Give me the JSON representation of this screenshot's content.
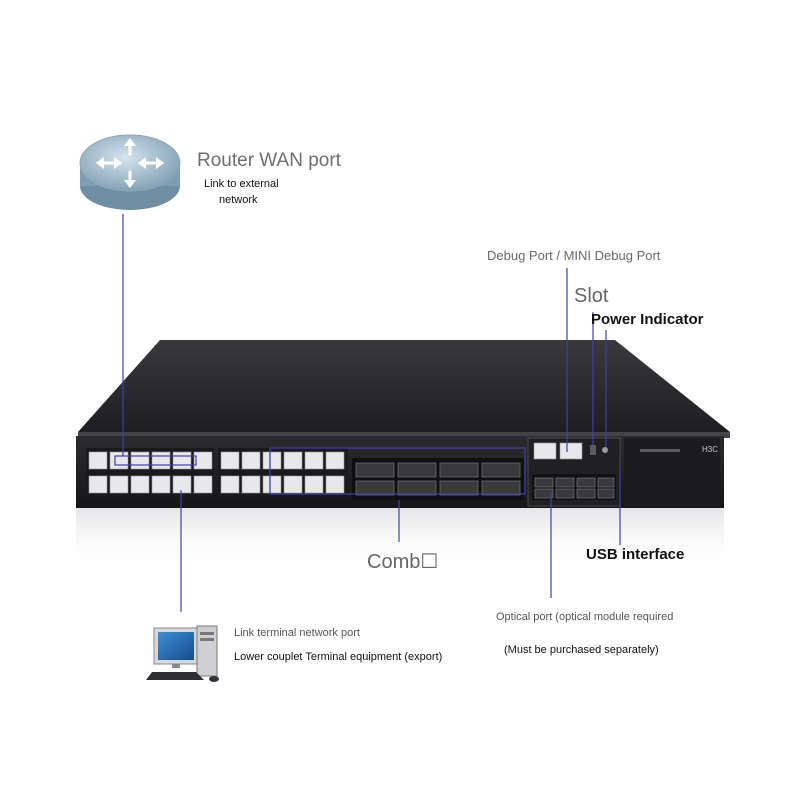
{
  "labels": {
    "router_wan_title": "Router WAN port",
    "router_wan_sub_line1": "Link to external",
    "router_wan_sub_line2": "network",
    "debug_port": "Debug Port / MINI Debug Port",
    "slot": "Slot",
    "power_indicator": "Power Indicator",
    "combo": "Comb☐",
    "usb_interface": "USB interface",
    "optical_port": "Optical port (optical module required",
    "purchase_separately": "(Must be purchased separately)",
    "link_terminal": "Link terminal network port",
    "lower_couplet": "Lower couplet Terminal equipment (export)"
  },
  "device": {
    "brand": "H3C"
  },
  "colors": {
    "leader_line": "#4040a0",
    "chassis": "#2b2b2e",
    "router": "#a9c3d3"
  },
  "icons": {
    "router": "router-icon",
    "computer": "computer-icon"
  }
}
